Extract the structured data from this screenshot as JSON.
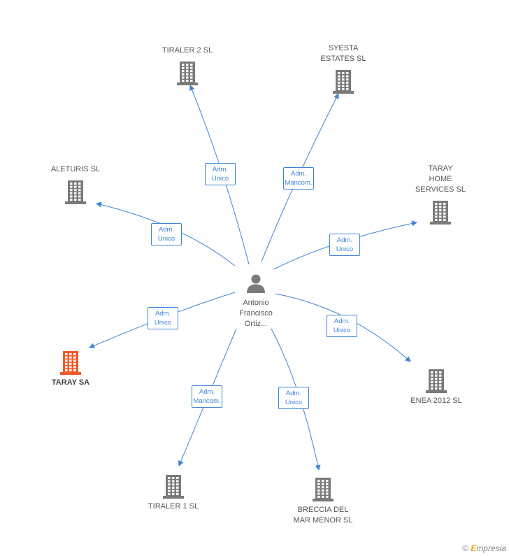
{
  "center": {
    "name": "Antonio\nFrancisco\nOrtiz..."
  },
  "companies": [
    {
      "id": "tiraler2",
      "name": "TIRALER 2 SL",
      "role": "Adm.\nUnico",
      "highlight": false
    },
    {
      "id": "syesta",
      "name": "SYESTA\nESTATES SL",
      "role": "Adm.\nMancom.",
      "highlight": false
    },
    {
      "id": "aleturis",
      "name": "ALETURIS SL",
      "role": "Adm.\nUnico",
      "highlight": false
    },
    {
      "id": "taray_home",
      "name": "TARAY\nHOME\nSERVICES SL",
      "role": "Adm.\nUnico",
      "highlight": false
    },
    {
      "id": "taray_sa",
      "name": "TARAY SA",
      "role": "Adm.\nUnico",
      "highlight": true
    },
    {
      "id": "enea",
      "name": "ENEA 2012 SL",
      "role": "Adm.\nUnico",
      "highlight": false
    },
    {
      "id": "tiraler1",
      "name": "TIRALER 1  SL",
      "role": "Adm.\nMancom.",
      "highlight": false
    },
    {
      "id": "breccia",
      "name": "BRECCIA DEL\nMAR MENOR SL",
      "role": "Adm.\nUnico",
      "highlight": false
    }
  ],
  "colors": {
    "edge": "#3c84d6",
    "building": "#7a7a7a",
    "highlight": "#f05a28",
    "person": "#7a7a7a"
  },
  "brand": {
    "copyright": "©",
    "first_letter": "E",
    "rest": "mpresia"
  }
}
